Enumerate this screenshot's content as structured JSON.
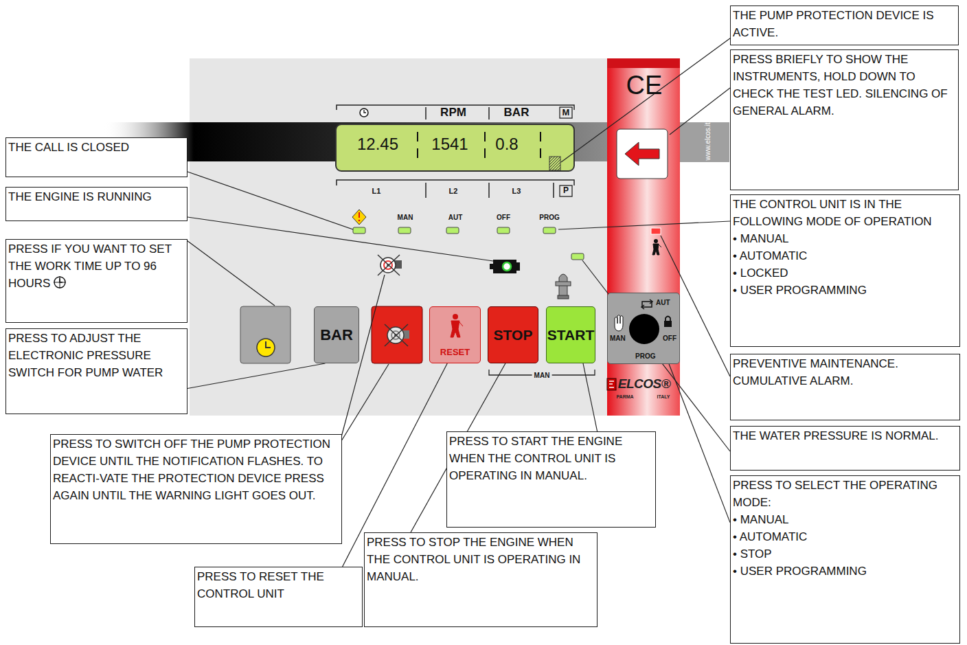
{
  "diagram": {
    "nodes": [
      {
        "text": [
          "THE PUMP PROTECTION DEVICE IS ACTIVE."
        ]
      },
      {
        "text": [
          "PRESS BRIEFLY TO SHOW THE INSTRUMENTS, HOLD DOWN TO CHECK THE TEST LED. SILENCING OF GENERAL ALARM."
        ]
      },
      {
        "text": [
          "THE CONTROL UNIT IS IN THE FOLLOWING MODE OF OPERATION",
          "• MANUAL",
          "• AUTOMATIC",
          "• LOCKED",
          "• USER PROGRAMMING"
        ]
      },
      {
        "text": [
          "PREVENTIVE MAINTENANCE. CUMULATIVE ALARM."
        ]
      },
      {
        "text": [
          "THE WATER PRESSURE IS NORMAL."
        ]
      },
      {
        "text": [
          "PRESS TO SELECT THE OPERATING MODE:",
          "• MANUAL",
          "• AUTOMATIC",
          "• STOP",
          "• USER PROGRAMMING"
        ]
      },
      {
        "text": [
          "THE CALL IS CLOSED"
        ]
      },
      {
        "text": [
          "THE ENGINE IS RUNNING"
        ]
      },
      {
        "text": [
          "PRESS IF YOU WANT TO SET THE WORK TIME UP TO 96 HOURS"
        ]
      },
      {
        "text": [
          "PRESS TO ADJUST THE ELECTRONIC PRESSURE SWITCH FOR PUMP WATER"
        ]
      },
      {
        "text": [
          "PRESS TO SWITCH OFF THE PUMP PROTECTION DEVICE UNTIL THE NOTIFICATION FLASHES. TO REACTI-VATE THE PROTECTION DEVICE PRESS AGAIN UNTIL THE WARNING LIGHT GOES OUT."
        ]
      },
      {
        "text": [
          "PRESS TO START THE ENGINE WHEN THE CONTROL UNIT IS OPERATING IN MANUAL."
        ]
      },
      {
        "text": [
          "PRESS TO STOP THE ENGINE WHEN THE CONTROL UNIT IS OPERATING IN MANUAL."
        ]
      },
      {
        "text": [
          "PRESS TO RESET THE CONTROL UNIT"
        ]
      },
      {
        "text": [
          "BAR"
        ]
      },
      {
        "text": [
          "RESET"
        ]
      },
      {
        "text": [
          "STOP"
        ]
      },
      {
        "text": [
          "START"
        ]
      },
      {
        "text": [
          "AUT",
          "MAN",
          "OFF",
          "PROG"
        ]
      }
    ],
    "edges": [
      {
        "from": 9,
        "to": 14,
        "arrow": "none"
      },
      {
        "from": 13,
        "to": 15,
        "arrow": "none"
      },
      {
        "from": 12,
        "to": 16,
        "arrow": "none"
      },
      {
        "from": 11,
        "to": 17,
        "arrow": "none"
      },
      {
        "from": 5,
        "to": 18,
        "arrow": "none"
      }
    ],
    "labels": [
      "RPM",
      "BAR",
      "M",
      "12.45",
      "1541",
      "0.8",
      "L1",
      "L2",
      "L3",
      "P",
      "MAN",
      "AUT",
      "OFF",
      "PROG",
      "MAN",
      "CE",
      "www.elcos.it",
      "ELCOS®",
      "PARMA",
      "ITALY"
    ]
  }
}
